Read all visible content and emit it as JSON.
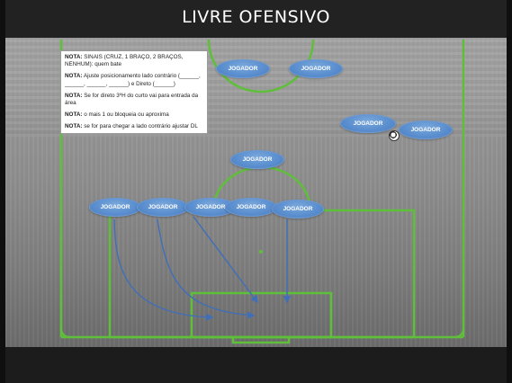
{
  "header": {
    "title": "LIVRE OFENSIVO"
  },
  "notes": [
    {
      "label": "NOTA:",
      "text": " SINAIS (CRUZ, 1 BRAÇO, 2 BRAÇOS, NENHUM): quem bate"
    },
    {
      "label": "NOTA:",
      "text": " Ajuste posicionamento lado contrário (______, ______, ______, ______) e Direto (______)"
    },
    {
      "label": "NOTA:",
      "text": " Se for direto 3ºH do curto vai para entrada da área"
    },
    {
      "label": "NOTA:",
      "text": " o mais 1 ou bloqueia ou aproxima"
    },
    {
      "label": "NOTA:",
      "text": " se for para chegar a lado contrário ajustar DL"
    }
  ],
  "players": [
    {
      "label": "JOGADOR"
    },
    {
      "label": "JOGADOR"
    },
    {
      "label": "JOGADOR"
    },
    {
      "label": "JOGADOR"
    },
    {
      "label": "JOGADOR"
    },
    {
      "label": "JOGADOR"
    },
    {
      "label": "JOGADOR"
    },
    {
      "label": "JOGADOR"
    },
    {
      "label": "JOGADOR"
    },
    {
      "label": "JOGADOR"
    }
  ],
  "colors": {
    "pitch_lines": "#5fbf3a",
    "player_fill": "#5b8fcf",
    "arrow": "#3f6fb8"
  }
}
